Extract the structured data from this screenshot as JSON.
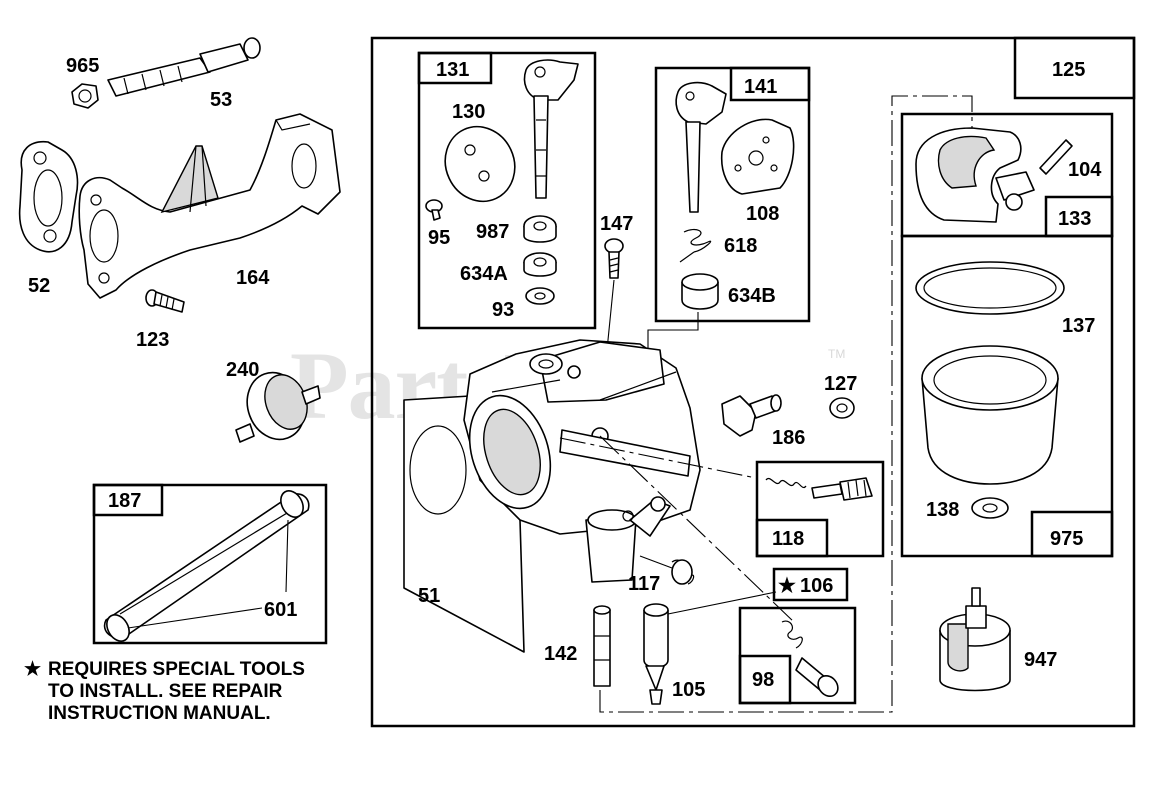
{
  "watermark": {
    "text": "PartsTree",
    "trademark": "TM"
  },
  "star_glyph": "★",
  "note": {
    "star": "★",
    "text": "REQUIRES SPECIAL TOOLS\nTO INSTALL.  SEE REPAIR\nINSTRUCTION MANUAL."
  },
  "labels": {
    "p965": "965",
    "p53": "53",
    "p52": "52",
    "p164": "164",
    "p123": "123",
    "p240": "240",
    "p187": "187",
    "p601": "601",
    "p131": "131",
    "p130": "130",
    "p95": "95",
    "p987": "987",
    "p634A": "634A",
    "p93": "93",
    "p147": "147",
    "p141": "141",
    "p108": "108",
    "p618": "618",
    "p634B": "634B",
    "p125": "125",
    "p104": "104",
    "p133": "133",
    "p137": "137",
    "p138": "138",
    "p975": "975",
    "p127": "127",
    "p186": "186",
    "p118": "118",
    "p117": "117",
    "p106": "106",
    "p98": "98",
    "p51": "51",
    "p142": "142",
    "p105": "105",
    "p947": "947"
  }
}
